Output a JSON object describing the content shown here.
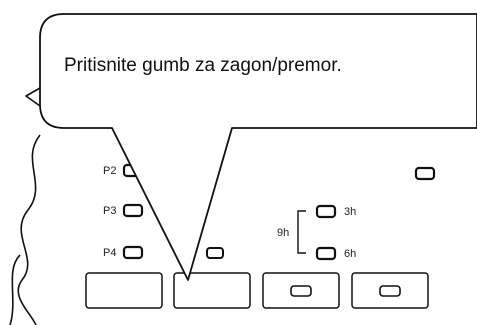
{
  "callout": {
    "text": "Pritisnite gumb za zagon/premor."
  },
  "panel": {
    "program_labels": [
      "P2",
      "P3",
      "P4"
    ],
    "timer": {
      "group_label": "9h",
      "option_3h": "3h",
      "option_6h": "6h"
    },
    "buttons": [
      {
        "name": "button-1",
        "has_led": false
      },
      {
        "name": "start-pause-button",
        "has_led": false
      },
      {
        "name": "button-3",
        "has_led": true
      },
      {
        "name": "button-4",
        "has_led": true
      }
    ]
  },
  "colors": {
    "stroke": "#111111",
    "background": "#ffffff"
  }
}
